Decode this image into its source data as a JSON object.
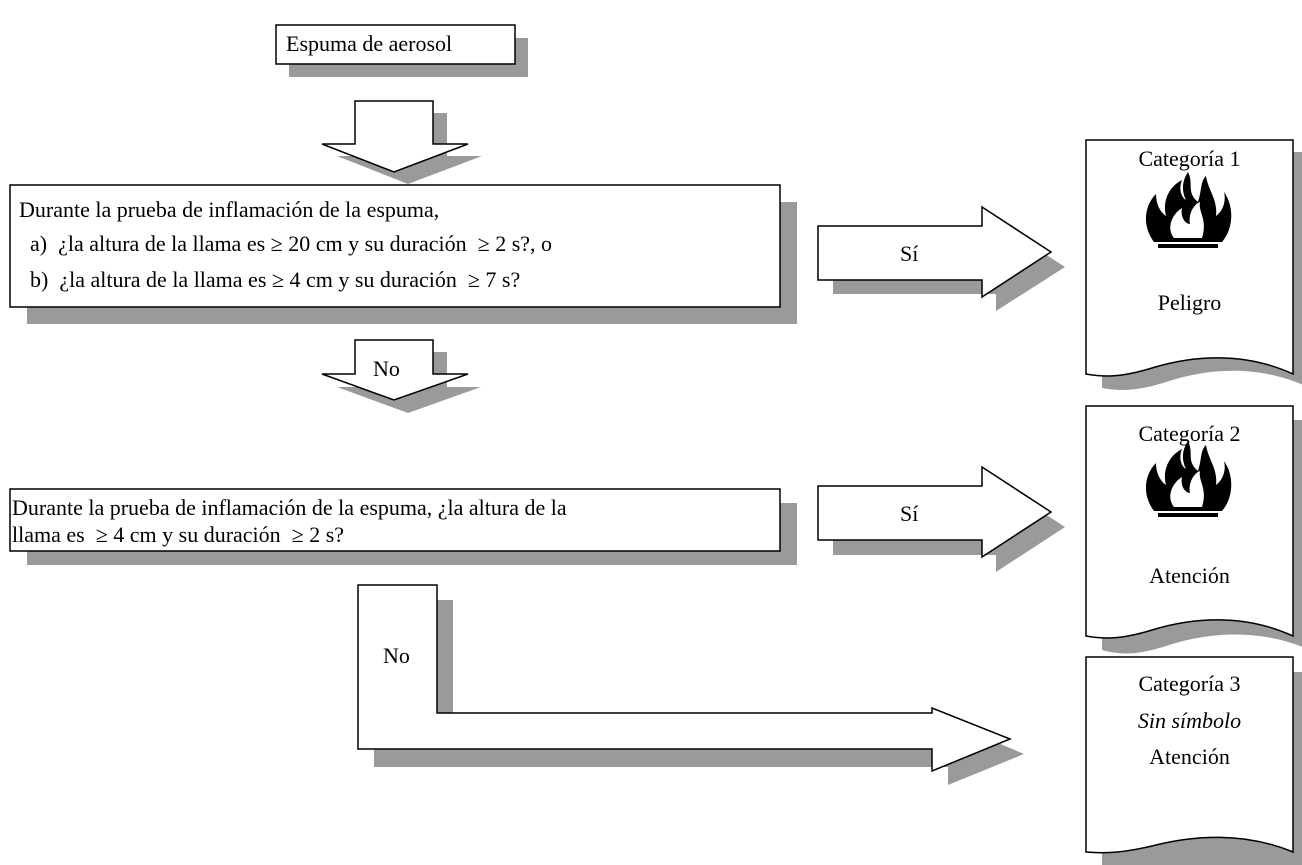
{
  "start": {
    "label": "Espuma de aerosol"
  },
  "question1": {
    "line1": "Durante la prueba de inflamación de la espuma,",
    "line2": "  a)  ¿la altura de la llama es ≥ 20 cm y su duración  ≥ 2 s?, o",
    "line3": "  b)  ¿la altura de la llama es ≥ 4 cm y su duración  ≥ 7 s?"
  },
  "question2": {
    "line1": "Durante la prueba de inflamación de la espuma, ¿la altura de la",
    "line2": "llama es  ≥ 4 cm y su duración  ≥ 2 s?"
  },
  "arrows": {
    "yes1": "Sí",
    "no1": "No",
    "yes2": "Sí",
    "no2": "No"
  },
  "outcomes": [
    {
      "category": "Categoría 1",
      "symbol": "flame-icon",
      "signal_word": "Peligro"
    },
    {
      "category": "Categoría 2",
      "symbol": "flame-icon",
      "signal_word": "Atención"
    },
    {
      "category": "Categoría 3",
      "symbol_text": "Sin símbolo",
      "signal_word": "Atención"
    }
  ],
  "colors": {
    "shadow": "#9a9a9a",
    "stroke": "#000000",
    "fill": "#ffffff"
  }
}
